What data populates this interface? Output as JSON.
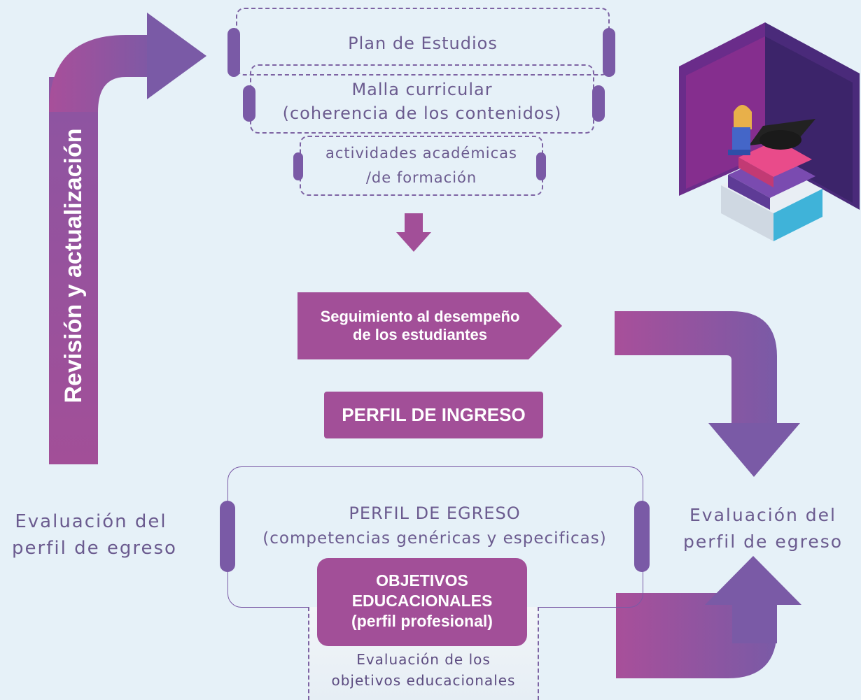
{
  "plan": {
    "title": "Plan de Estudios",
    "malla_line1": "Malla curricular",
    "malla_line2": "(coherencia de los contenidos)",
    "actividades_line1": "actividades académicas",
    "actividades_line2": "/de formación"
  },
  "seguimiento": {
    "line1": "Seguimiento al desempeño",
    "line2": "de los estudiantes"
  },
  "perfil_ingreso": "PERFIL DE INGRESO",
  "perfil_egreso": {
    "title": "PERFIL DE EGRESO",
    "subtitle": "(competencias genéricas y especificas)"
  },
  "objetivos": {
    "line1": "OBJETIVOS",
    "line2": "EDUCACIONALES",
    "line3": "(perfil profesional)"
  },
  "evaluacion_objetivos": {
    "line1": "Evaluación de los",
    "line2": "objetivos educacionales"
  },
  "revision_label": "Revisión y actualización",
  "eval_left": {
    "line1": "Evaluación del",
    "line2": "perfil de egreso"
  },
  "eval_right": {
    "line1": "Evaluación del",
    "line2": "perfil de egreso"
  },
  "colors": {
    "purple": "#7a5aa6",
    "magenta": "#a24f98",
    "text": "#6b5b8f",
    "background": "#e6f1f8"
  },
  "illustration_icon": "student-with-books-isometric-icon"
}
